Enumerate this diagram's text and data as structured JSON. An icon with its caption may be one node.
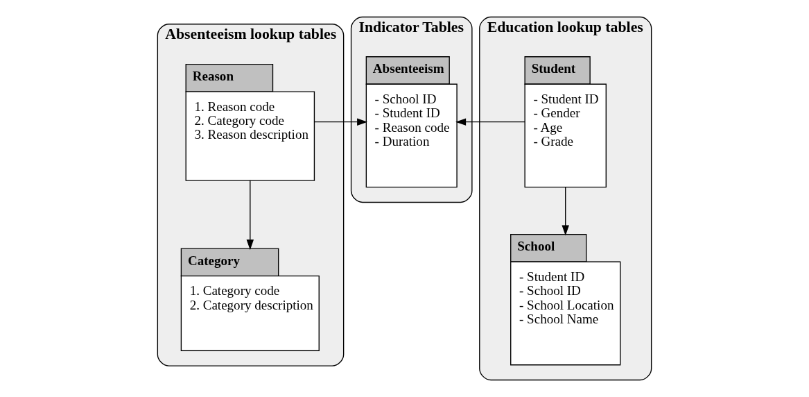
{
  "diagram": {
    "nodes": [
      {
        "text": [
          "Absenteeism lookup tables"
        ]
      },
      {
        "text": [
          "Reason",
          "1. Reason code",
          "2. Category code",
          "3. Reason description"
        ],
        "in": 0
      },
      {
        "text": [
          "Category",
          "1. Category code",
          "2. Category description"
        ],
        "in": 0
      },
      {
        "text": [
          "Indicator Tables"
        ]
      },
      {
        "text": [
          "Absenteeism",
          "- School ID",
          "- Student ID",
          "- Reason code",
          "- Duration"
        ],
        "in": 3
      },
      {
        "text": [
          "Education lookup tables"
        ]
      },
      {
        "text": [
          "Student",
          "- Student ID",
          "- Gender",
          "- Age",
          "- Grade"
        ],
        "in": 5
      },
      {
        "text": [
          "School",
          "- Student ID",
          "- School ID",
          "- School Location",
          "- School Name"
        ],
        "in": 5
      }
    ],
    "edges": [
      {
        "from": 1,
        "to": 4,
        "arrow": "to"
      },
      {
        "from": 1,
        "to": 2,
        "arrow": "to"
      },
      {
        "from": 6,
        "to": 4,
        "arrow": "to"
      },
      {
        "from": 6,
        "to": 7,
        "arrow": "to"
      }
    ]
  }
}
